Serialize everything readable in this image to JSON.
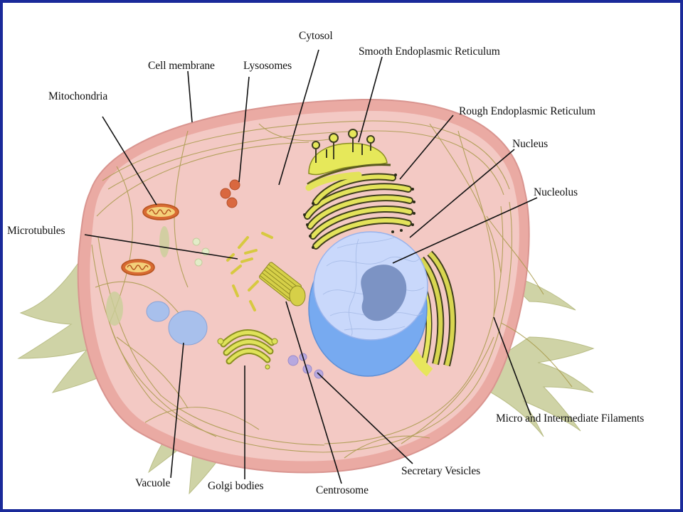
{
  "labels": {
    "cytosol": "Cytosol",
    "smooth_er": "Smooth Endoplasmic Reticulum",
    "cell_membrane": "Cell membrane",
    "lysosomes": "Lysosomes",
    "rough_er": "Rough Endoplasmic Reticulum",
    "mitochondria": "Mitochondria",
    "nucleus": "Nucleus",
    "nucleolus": "Nucleolus",
    "microtubules": "Microtubules",
    "micro_intermediate_filaments": "Micro and Intermediate Filaments",
    "secretary_vesicles": "Secretary Vesicles",
    "vacuole": "Vacuole",
    "golgi_bodies": "Golgi bodies",
    "centrosome": "Centrosome"
  },
  "colors": {
    "frame": "#1a2a9a",
    "cytoplasm": "#f3c9c4",
    "membrane": "#e9a9a3",
    "filaments": "#a89a4a",
    "extension": "#cfd3a6",
    "organelle_yellow": "#e6e85a",
    "nucleus_outer": "#77aaf0",
    "nucleus_inner": "#c9d8fb",
    "nucleolus": "#7c93c4",
    "lysosome": "#d9683f",
    "vacuole": "#a8c0ec",
    "vesicle": "#b7a8df"
  }
}
